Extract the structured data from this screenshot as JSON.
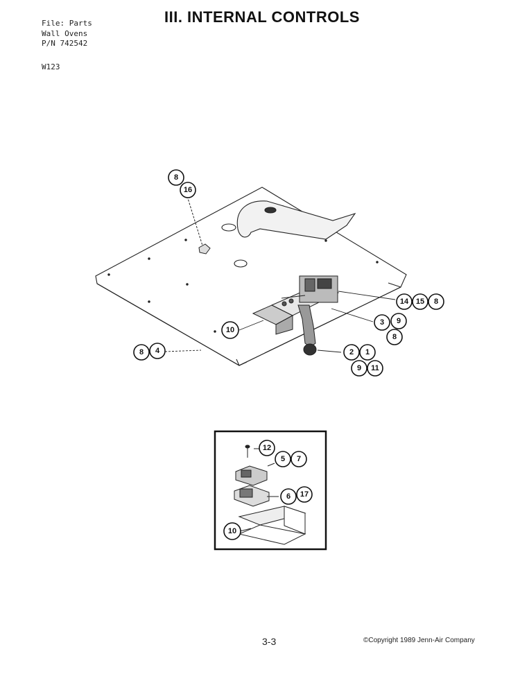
{
  "header": {
    "file_line": "File:  Parts",
    "product_line": "Wall Ovens",
    "part_number": "P/N 742542",
    "model": "W123"
  },
  "title": "III. INTERNAL CONTROLS",
  "footer": {
    "page": "3-3",
    "copyright": "©Copyright 1989 Jenn-Air Company"
  },
  "callouts": {
    "c8a": "8",
    "c16": "16",
    "c14": "14",
    "c15": "15",
    "c8b": "8",
    "c10a": "10",
    "c3": "3",
    "c9a": "9",
    "c8c": "8",
    "c8d": "8",
    "c4": "4",
    "c2": "2",
    "c1": "1",
    "c9b": "9",
    "c11": "11",
    "c12": "12",
    "c5": "5",
    "c7": "7",
    "c6": "6",
    "c17": "17",
    "c10b": "10"
  }
}
